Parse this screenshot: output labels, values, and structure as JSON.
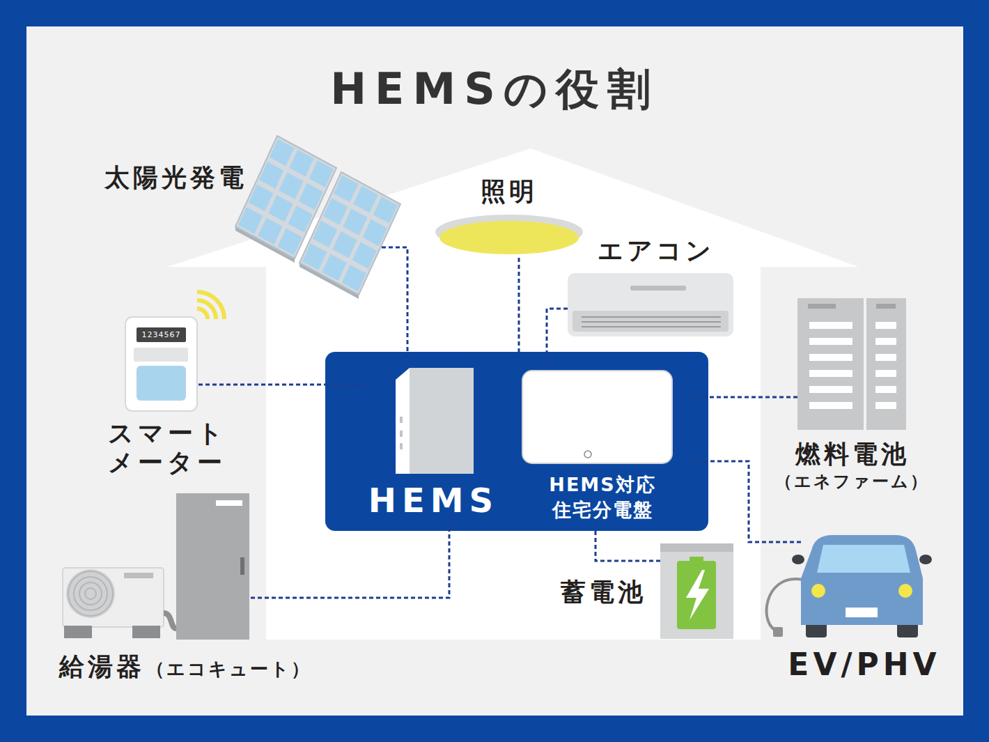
{
  "diagram": {
    "title": "HEMSの役割",
    "nodes": [
      {
        "text": [
          "太陽光発電"
        ]
      },
      {
        "text": [
          "照明"
        ]
      },
      {
        "text": [
          "エアコン"
        ]
      },
      {
        "text": [
          "スマート メーター"
        ]
      },
      {
        "text": [
          "HEMS"
        ]
      },
      {
        "text": [
          "HEMS対応 住宅分電盤"
        ]
      },
      {
        "text": [
          "燃料電池",
          "（エネファーム）"
        ]
      },
      {
        "text": [
          "給湯器",
          "（エコキュート）"
        ]
      },
      {
        "text": [
          "蓄電池"
        ]
      },
      {
        "text": [
          "EV/PHV"
        ]
      }
    ],
    "edges": [
      {
        "from": 0,
        "to": 4,
        "arrow": "none"
      },
      {
        "from": 1,
        "to": 5,
        "arrow": "none"
      },
      {
        "from": 2,
        "to": 5,
        "arrow": "none"
      },
      {
        "from": 3,
        "to": 4,
        "arrow": "none"
      },
      {
        "from": 6,
        "to": 5,
        "arrow": "none"
      },
      {
        "from": 7,
        "to": 4,
        "arrow": "none"
      },
      {
        "from": 8,
        "to": 5,
        "arrow": "none"
      },
      {
        "from": 9,
        "to": 5,
        "arrow": "none"
      }
    ],
    "labels": [
      "1234567"
    ]
  }
}
